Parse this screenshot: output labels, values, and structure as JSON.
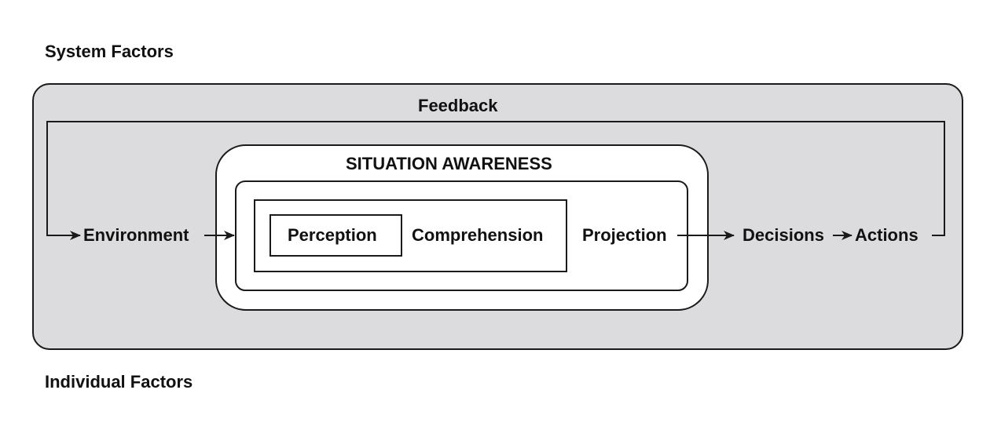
{
  "headings": {
    "system_factors": "System Factors",
    "individual_factors": "Individual Factors"
  },
  "diagram": {
    "feedback": "Feedback",
    "environment": "Environment",
    "situation_awareness": "SITUATION AWARENESS",
    "perception": "Perception",
    "comprehension": "Comprehension",
    "projection": "Projection",
    "decisions": "Decisions",
    "actions": "Actions"
  },
  "colors": {
    "panel_fill": "#dcdcde",
    "stroke": "#1a1a1a",
    "box_fill": "#ffffff"
  }
}
